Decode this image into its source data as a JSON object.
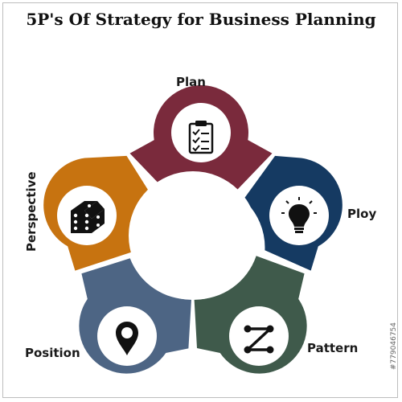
{
  "title": "5P's Of Strategy for Business Planning",
  "segments": [
    {
      "label": "Plan",
      "color": "#7a2a3c",
      "icon": "clipboard-checklist-icon"
    },
    {
      "label": "Ploy",
      "color": "#153a62",
      "icon": "lightbulb-icon"
    },
    {
      "label": "Pattern",
      "color": "#3f5a4b",
      "icon": "pattern-path-icon"
    },
    {
      "label": "Position",
      "color": "#4d6584",
      "icon": "location-pin-icon"
    },
    {
      "label": "Perspective",
      "color": "#c77310",
      "icon": "dice-icon"
    }
  ],
  "watermark": "#779046754"
}
